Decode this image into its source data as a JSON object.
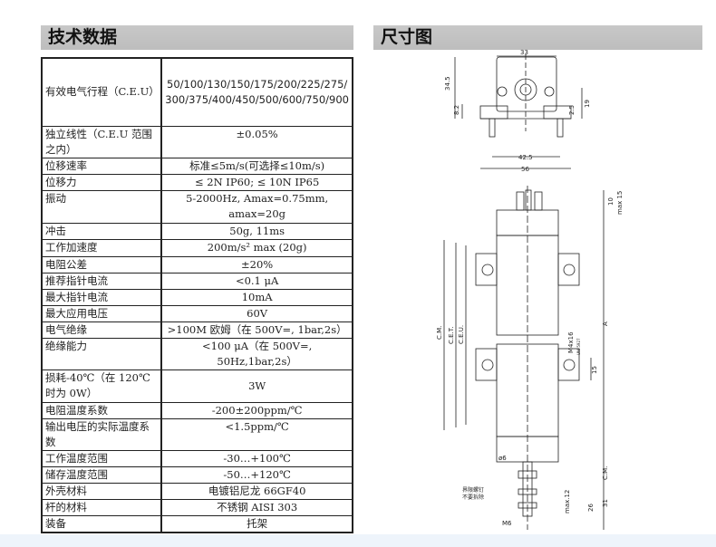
{
  "sections": {
    "specs_title": "技术数据",
    "dims_title": "尺寸图"
  },
  "specs": [
    {
      "k": "有效电气行程（C.E.U）",
      "v": "50/100/130/150/175/200/225/275/ 300/375/400/450/500/600/750/900"
    },
    {
      "k": "独立线性（C.E.U 范围之内）",
      "v": "±0.05%"
    },
    {
      "k": "位移速率",
      "v": "标准≤5m/s(可选择≤10m/s)"
    },
    {
      "k": "位移力",
      "v": "≤ 2N  IP60; ≤ 10N  IP65"
    },
    {
      "k": "振动",
      "v": "5-2000Hz, Amax=0.75mm, amax=20g"
    },
    {
      "k": "冲击",
      "v": "50g, 11ms"
    },
    {
      "k": "工作加速度",
      "v": "200m/s² max (20g)"
    },
    {
      "k": "电阻公差",
      "v": "±20%"
    },
    {
      "k": "推荐指针电流",
      "v": "<0.1 μA"
    },
    {
      "k": "最大指针电流",
      "v": "10mA"
    },
    {
      "k": "最大应用电压",
      "v": "60V"
    },
    {
      "k": "电气绝缘",
      "v": ">100M 欧姆（在 500V=, 1bar,2s）"
    },
    {
      "k": "绝缘能力",
      "v": "<100 μA（在 500V=, 50Hz,1bar,2s）"
    },
    {
      "k": "损耗-40℃（在 120℃时为 0W）",
      "v": "3W"
    },
    {
      "k": "电阻温度系数",
      "v": "-200±200ppm/℃"
    },
    {
      "k": "输出电压的实际温度系数",
      "v": "<1.5ppm/℃"
    },
    {
      "k": "工作温度范围",
      "v": "-30…+100℃"
    },
    {
      "k": "储存温度范围",
      "v": "-50…+120℃"
    },
    {
      "k": "外壳材料",
      "v": "电镀铝尼龙 66GF40"
    },
    {
      "k": "杆的材料",
      "v": "不锈钢 AISI 303"
    },
    {
      "k": "装备",
      "v": "托架"
    }
  ],
  "diagram": {
    "d33": "33",
    "d345": "34.5",
    "d82": "8.2",
    "d25": "2.5",
    "d19": "19",
    "d425": "42.5",
    "d56": "56",
    "d10": "10",
    "max15": "max 15",
    "A": "A",
    "cm": "C.M.",
    "cet": "C.E.T.",
    "ceu": "C.E.U.",
    "m4": "M4x16",
    "m4b": "UNI 5927",
    "d15": "15",
    "phi6": "ø6",
    "cm2": "C.M.",
    "note1": "界限螺钉",
    "note2": "不要拆除",
    "max12": "max.12",
    "d26": "26",
    "d31": "31",
    "m6": "M6"
  }
}
